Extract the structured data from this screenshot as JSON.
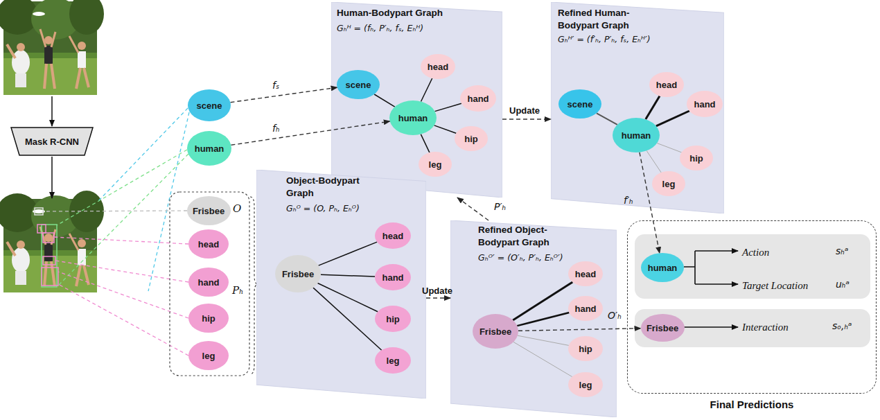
{
  "diagram": {
    "nodes": [
      {
        "text": [
          "Mask R-CNN"
        ]
      },
      {
        "text": [
          "scene"
        ]
      },
      {
        "text": [
          "human"
        ]
      },
      {
        "text": [
          "Frisbee"
        ]
      },
      {
        "text": [
          "head"
        ]
      },
      {
        "text": [
          "hand"
        ]
      },
      {
        "text": [
          "hip"
        ]
      },
      {
        "text": [
          "leg"
        ]
      },
      {
        "text": [
          "Human-Bodypart Graph",
          "Gₕᴴ = (fₕ, P′ₕ, fₛ, Eₕᴴ)"
        ]
      },
      {
        "text": [
          "scene"
        ],
        "in": 8
      },
      {
        "text": [
          "human"
        ],
        "in": 8
      },
      {
        "text": [
          "head"
        ],
        "in": 8
      },
      {
        "text": [
          "hand"
        ],
        "in": 8
      },
      {
        "text": [
          "hip"
        ],
        "in": 8
      },
      {
        "text": [
          "leg"
        ],
        "in": 8
      },
      {
        "text": [
          "Refined Human-Bodypart Graph",
          "Gₕᴴ′ = (f′ₕ, P′ₕ, fₛ, Eₕᴴ′)"
        ]
      },
      {
        "text": [
          "scene"
        ],
        "in": 15
      },
      {
        "text": [
          "human"
        ],
        "in": 15
      },
      {
        "text": [
          "head"
        ],
        "in": 15
      },
      {
        "text": [
          "hand"
        ],
        "in": 15
      },
      {
        "text": [
          "hip"
        ],
        "in": 15
      },
      {
        "text": [
          "leg"
        ],
        "in": 15
      },
      {
        "text": [
          "Object-Bodypart Graph",
          "Gₕᴼ = (O, Pₕ, Eₕᴼ)"
        ]
      },
      {
        "text": [
          "Frisbee"
        ],
        "in": 22
      },
      {
        "text": [
          "head"
        ],
        "in": 22
      },
      {
        "text": [
          "hand"
        ],
        "in": 22
      },
      {
        "text": [
          "hip"
        ],
        "in": 22
      },
      {
        "text": [
          "leg"
        ],
        "in": 22
      },
      {
        "text": [
          "Refined Object-Bodypart Graph",
          "Gₕᴼ′ = (O′ₕ, P′ₕ, Eₕᴼ′)"
        ]
      },
      {
        "text": [
          "Frisbee"
        ],
        "in": 28
      },
      {
        "text": [
          "head"
        ],
        "in": 28
      },
      {
        "text": [
          "hand"
        ],
        "in": 28
      },
      {
        "text": [
          "hip"
        ],
        "in": 28
      },
      {
        "text": [
          "leg"
        ],
        "in": 28
      },
      {
        "text": [
          "Final Predictions"
        ]
      },
      {
        "text": [
          "Action",
          "sₕᵃ",
          "Target Location",
          "uₕᵃ"
        ],
        "in": 34
      },
      {
        "text": [
          "human"
        ],
        "in": 35
      },
      {
        "text": [
          "Interaction",
          "sₒ,ₕᵃ"
        ],
        "in": 34
      },
      {
        "text": [
          "Frisbee"
        ],
        "in": 37
      }
    ],
    "edges": [
      {
        "from": 1,
        "to": 9,
        "arrow": "to",
        "label": "fₛ"
      },
      {
        "from": 2,
        "to": 10,
        "arrow": "to",
        "label": "fₕ"
      },
      {
        "from": 8,
        "to": 15,
        "arrow": "to",
        "label": "Update"
      },
      {
        "from": 22,
        "to": 28,
        "arrow": "to",
        "label": "Update"
      },
      {
        "from": 28,
        "to": 8,
        "arrow": "to",
        "label": "P′ₕ"
      },
      {
        "from": 17,
        "to": 36,
        "arrow": "to",
        "label": "f′ₕ"
      },
      {
        "from": 29,
        "to": 38,
        "arrow": "to",
        "label": "O′ₕ"
      },
      {
        "from": 10,
        "to": 9,
        "arrow": "none"
      },
      {
        "from": 10,
        "to": 11,
        "arrow": "none"
      },
      {
        "from": 10,
        "to": 12,
        "arrow": "none"
      },
      {
        "from": 10,
        "to": 13,
        "arrow": "none"
      },
      {
        "from": 10,
        "to": 14,
        "arrow": "none"
      },
      {
        "from": 17,
        "to": 16,
        "arrow": "none"
      },
      {
        "from": 17,
        "to": 18,
        "arrow": "none"
      },
      {
        "from": 17,
        "to": 19,
        "arrow": "none"
      },
      {
        "from": 17,
        "to": 20,
        "arrow": "none"
      },
      {
        "from": 17,
        "to": 21,
        "arrow": "none"
      },
      {
        "from": 23,
        "to": 24,
        "arrow": "none"
      },
      {
        "from": 23,
        "to": 25,
        "arrow": "none"
      },
      {
        "from": 23,
        "to": 26,
        "arrow": "none"
      },
      {
        "from": 23,
        "to": 27,
        "arrow": "none"
      },
      {
        "from": 29,
        "to": 30,
        "arrow": "none"
      },
      {
        "from": 29,
        "to": 31,
        "arrow": "none"
      },
      {
        "from": 29,
        "to": 32,
        "arrow": "none"
      },
      {
        "from": 29,
        "to": 33,
        "arrow": "none"
      }
    ],
    "labels": [
      "O",
      "Pₕ"
    ]
  }
}
